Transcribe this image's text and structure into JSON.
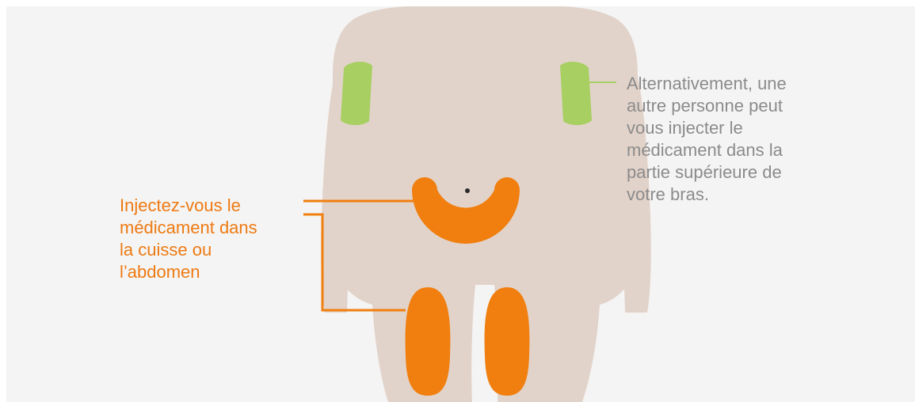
{
  "colors": {
    "panel_background": "#f4f4f4",
    "body": "#e2d3ca",
    "orange_zone": "#f07f10",
    "green_zone": "#a8cf62",
    "arm_text": "#8b8b8b",
    "abdomen_text": "#ee7a12"
  },
  "icons": {
    "body": "human-body-silhouette",
    "navel": "navel-dot"
  },
  "zones": {
    "upper_arms": "green",
    "abdomen": "orange",
    "thighs": "orange"
  },
  "labels": {
    "abdomen_thigh": {
      "lines": [
        "Injectez-vous le",
        "médicament dans",
        "la cuisse ou",
        "l’abdomen"
      ]
    },
    "upper_arm": {
      "lines": [
        "Alternativement, une",
        "autre personne peut",
        "vous injecter le",
        "médicament dans la",
        "partie supérieure de",
        "votre bras."
      ]
    }
  }
}
